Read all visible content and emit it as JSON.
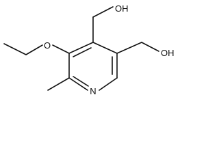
{
  "molecule": {
    "atoms": {
      "ring_nitrogen": "N",
      "ether_oxygen": "O",
      "hydroxyl_top": "OH",
      "hydroxyl_right": "OH"
    },
    "colors": {
      "bond": "#111111",
      "label": "#111111",
      "background": "#ffffff"
    }
  }
}
